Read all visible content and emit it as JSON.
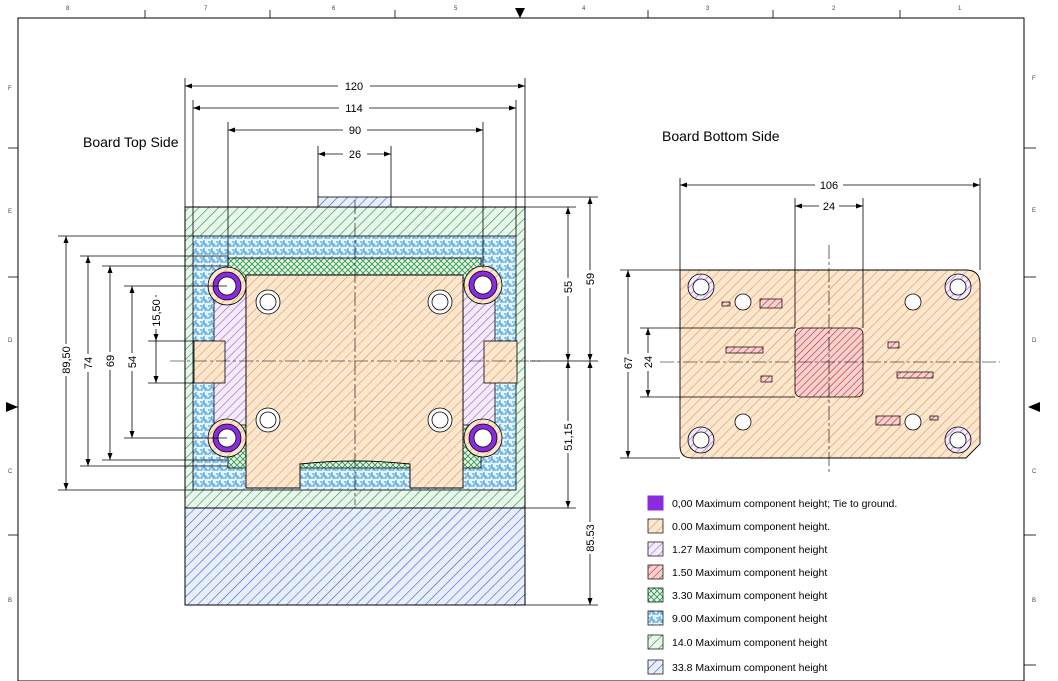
{
  "frame": {
    "zone_columns": [
      "8",
      "7",
      "6",
      "5",
      "4",
      "3",
      "2",
      "1"
    ],
    "zone_rows": [
      "F",
      "E",
      "D",
      "C",
      "B"
    ]
  },
  "top_side": {
    "title": "Board Top Side",
    "dims": {
      "d120": "120",
      "d114": "114",
      "d90": "90",
      "d26": "26",
      "d55": "55",
      "d59": "59",
      "d5115": "51,15",
      "d8553": "85.53",
      "d8950": "89,50",
      "d74": "74",
      "d69": "69",
      "d54": "54",
      "d1550": "15,50"
    }
  },
  "bottom_side": {
    "title": "Board Bottom Side",
    "dims": {
      "d106": "106",
      "d24h": "24",
      "d67": "67",
      "d24v": "24"
    }
  },
  "legend": {
    "items": [
      {
        "label": "0,00 Maximum component height; Tie to ground.",
        "pattern": "solid-purple"
      },
      {
        "label": "0.00 Maximum component height.",
        "pattern": "orange-hatch"
      },
      {
        "label": "1.27 Maximum component height",
        "pattern": "purple-hatch"
      },
      {
        "label": "1.50 Maximum component height",
        "pattern": "red-hatch"
      },
      {
        "label": "3.30 Maximum component height",
        "pattern": "green-cross"
      },
      {
        "label": "9.00 Maximum component height",
        "pattern": "blue-brick"
      },
      {
        "label": "14.0 Maximum component height",
        "pattern": "green-hatch"
      },
      {
        "label": "33.8 Maximum component height",
        "pattern": "blue-hatch"
      }
    ]
  },
  "colors": {
    "orange": "#e8994a",
    "purple": "#8a2be2",
    "red": "#d03030",
    "green": "#2e9a4a",
    "blue": "#3a6fd8",
    "skyblue": "#45a6e0"
  }
}
